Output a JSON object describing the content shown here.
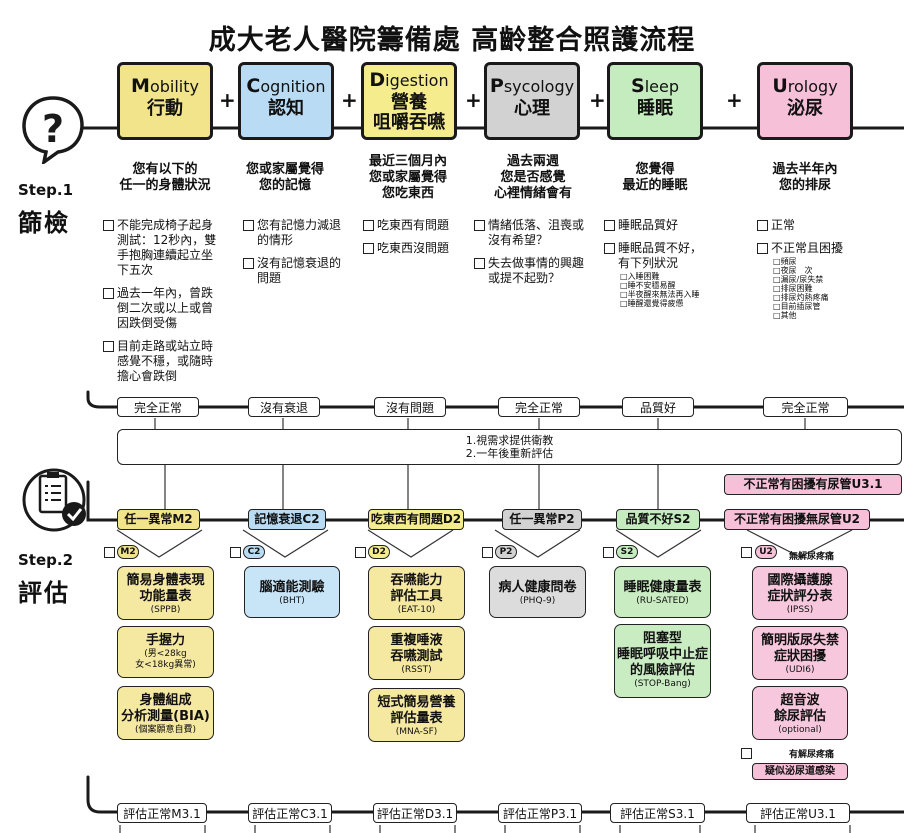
{
  "title": "成大老人醫院籌備處 高齡整合照護流程",
  "colors": {
    "mobility": "#f1e48a",
    "cognition": "#b9dcf4",
    "digestion": "#f5ec8e",
    "psycology": "#d2d2d2",
    "sleep": "#c5ecbf",
    "urology": "#f6c0d8"
  },
  "categories": [
    {
      "initial": "M",
      "rest": "obility",
      "zh": "行動"
    },
    {
      "initial": "C",
      "rest": "ognition",
      "zh": "認知"
    },
    {
      "initial": "D",
      "rest": "igestion",
      "zh": "營養\n咀嚼吞嚥"
    },
    {
      "initial": "P",
      "rest": "sycology",
      "zh": "心理"
    },
    {
      "initial": "S",
      "rest": "leep",
      "zh": "睡眠"
    },
    {
      "initial": "U",
      "rest": "rology",
      "zh": "泌尿"
    }
  ],
  "plus": "+",
  "step1": {
    "label": "Step.1",
    "name": "篩檢"
  },
  "step2": {
    "label": "Step.2",
    "name": "評估"
  },
  "questions": [
    "您有以下的\n任一的身體狀況",
    "您或家屬覺得\n您的記憶",
    "最近三個月內\n您或家屬覺得\n您吃東西",
    "過去兩週\n您是否感覺\n心裡情緒會有",
    "您覺得\n最近的睡眠",
    "過去半年內\n您的排尿"
  ],
  "options": {
    "m": [
      "不能完成椅子起身測試：12秒內，雙手抱胸連續起立坐下五次",
      "過去一年內，曾跌倒二次或以上或曾因跌倒受傷",
      "目前走路或站立時感覺不穩，或隨時擔心會跌倒"
    ],
    "c": [
      "您有記憶力減退的情形",
      "沒有記憶衰退的問題"
    ],
    "d": [
      "吃東西有問題",
      "吃東西沒問題"
    ],
    "p": [
      "情緒低落、沮喪或沒有希望？",
      "失去做事情的興趣或提不起勁？"
    ],
    "s": [
      "睡眠品質好",
      "睡眠品質不好，\n有下列狀況"
    ],
    "s_sub": [
      "入睡困難",
      "睡不安穩易醒",
      "半夜醒來無法再入睡",
      "睡醒還覺得疲憊"
    ],
    "u": [
      "正常",
      "不正常且困擾"
    ],
    "u_sub": [
      "頻尿",
      "夜尿　次",
      "漏尿/尿失禁",
      "排尿困難",
      "排尿灼熱疼痛",
      "目前插尿管",
      "其他"
    ]
  },
  "normal_results": [
    "完全正常",
    "沒有衰退",
    "沒有問題",
    "完全正常",
    "品質好",
    "完全正常"
  ],
  "followup_note": [
    "1.視需求提供衛教",
    "2.一年後重新評估"
  ],
  "abnormal": [
    "任一異常M2",
    "記憶衰退C2",
    "吃東西有問題D2",
    "任一異常P2",
    "品質不好S2",
    "不正常有困擾無尿管U2"
  ],
  "abnormal_u31": "不正常有困擾有尿管U3.1",
  "badges": [
    "M2",
    "C2",
    "D2",
    "P2",
    "S2",
    "U2"
  ],
  "no_pain": "無解尿疼痛",
  "has_pain": "有解尿疼痛",
  "suspect": "疑似泌尿道感染",
  "tools": {
    "m": [
      {
        "t": "簡易身體表現\n功能量表",
        "s": "(SPPB)"
      },
      {
        "t": "手握力",
        "s": "(男<28kg\n女<18kg異常)"
      },
      {
        "t": "身體組成\n分析測量(BIA)",
        "s": "(個案願意自費)"
      }
    ],
    "c": [
      {
        "t": "腦適能測驗",
        "s": "(BHT)"
      }
    ],
    "d": [
      {
        "t": "吞嚥能力\n評估工具",
        "s": "(EAT-10)"
      },
      {
        "t": "重複唾液\n吞嚥測試",
        "s": "(RSST)"
      },
      {
        "t": "短式簡易營養\n評估量表",
        "s": "(MNA-SF)"
      }
    ],
    "p": [
      {
        "t": "病人健康問卷",
        "s": "(PHQ-9)"
      }
    ],
    "s": [
      {
        "t": "睡眠健康量表",
        "s": "(RU-SATED)"
      },
      {
        "t": "阻塞型\n睡眠呼吸中止症\n的風險評估",
        "s": "(STOP-Bang)"
      }
    ],
    "u": [
      {
        "t": "國際攝護腺\n症狀評分表",
        "s": "(IPSS)"
      },
      {
        "t": "簡明版尿失禁\n症狀困擾",
        "s": "(UDI6)"
      },
      {
        "t": "超音波\n餘尿評估",
        "s": "(optional)"
      }
    ]
  },
  "eval_normal": [
    "評估正常M3.1",
    "評估正常C3.1",
    "評估正常D3.1",
    "評估正常P3.1",
    "評估正常S3.1",
    "評估正常U3.1"
  ]
}
